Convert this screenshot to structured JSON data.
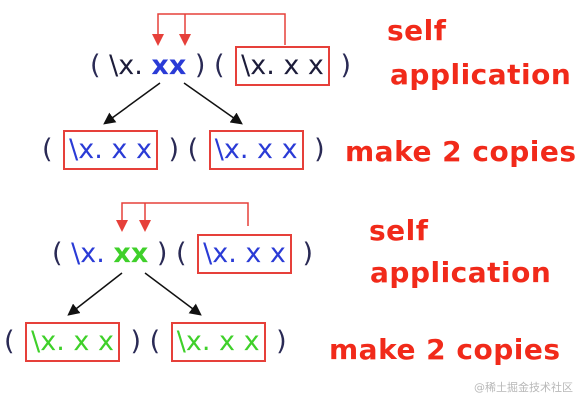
{
  "top": {
    "main_expr": {
      "open": "(",
      "lam": "\\x.",
      "x1": "x",
      "x2": "x",
      "close": ")"
    },
    "arg_expr": {
      "open": "(",
      "lam": "\\x. x x",
      "close": ")"
    },
    "copies": {
      "left": {
        "open": "(",
        "lam": "\\x. x x",
        "close": ")"
      },
      "right": {
        "open": "(",
        "lam": "\\x. x x",
        "close": ")"
      }
    },
    "note_self": "self",
    "note_app": "application",
    "note_copies": "make 2 copies"
  },
  "bottom": {
    "main_expr": {
      "open": "(",
      "lam": "\\x.",
      "x1": "x",
      "x2": "x",
      "close": ")"
    },
    "arg_expr": {
      "open": "(",
      "lam": "\\x. x x",
      "close": ")"
    },
    "copies": {
      "left": {
        "open": "(",
        "lam": "\\x. x x",
        "close": ")"
      },
      "right": {
        "open": "(",
        "lam": "\\x. x x",
        "close": ")"
      }
    },
    "note_self": "self",
    "note_app": "application",
    "note_copies": "make 2 copies"
  },
  "watermark": "@稀土掘金技术社区",
  "colors": {
    "arrow": "#e6403a",
    "tree_line": "#111111"
  }
}
